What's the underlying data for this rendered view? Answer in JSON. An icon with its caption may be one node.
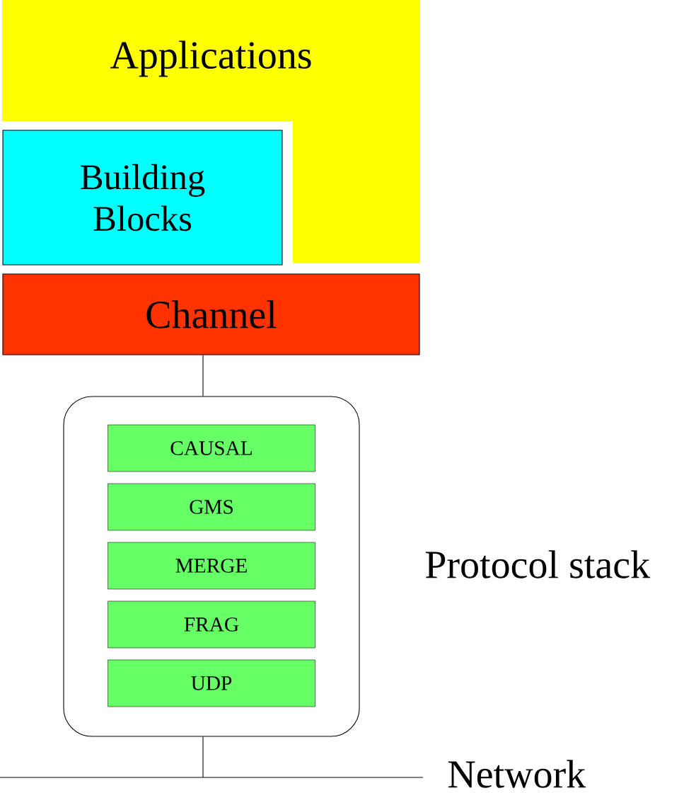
{
  "diagram": {
    "nodes": [
      {
        "text": [
          "Applications"
        ]
      },
      {
        "text": [
          "Building Blocks"
        ]
      },
      {
        "text": [
          "Channel"
        ]
      },
      {
        "text": [
          "Protocol stack"
        ]
      },
      {
        "text": [
          "CAUSAL"
        ],
        "in": 3
      },
      {
        "text": [
          "GMS"
        ],
        "in": 3
      },
      {
        "text": [
          "MERGE"
        ],
        "in": 3
      },
      {
        "text": [
          "FRAG"
        ],
        "in": 3
      },
      {
        "text": [
          "UDP"
        ],
        "in": 3
      },
      {
        "text": [
          "Network"
        ]
      }
    ],
    "edges": [
      {
        "from": 2,
        "to": 3,
        "arrow": "none"
      },
      {
        "from": 3,
        "to": 9,
        "arrow": "none"
      }
    ]
  }
}
